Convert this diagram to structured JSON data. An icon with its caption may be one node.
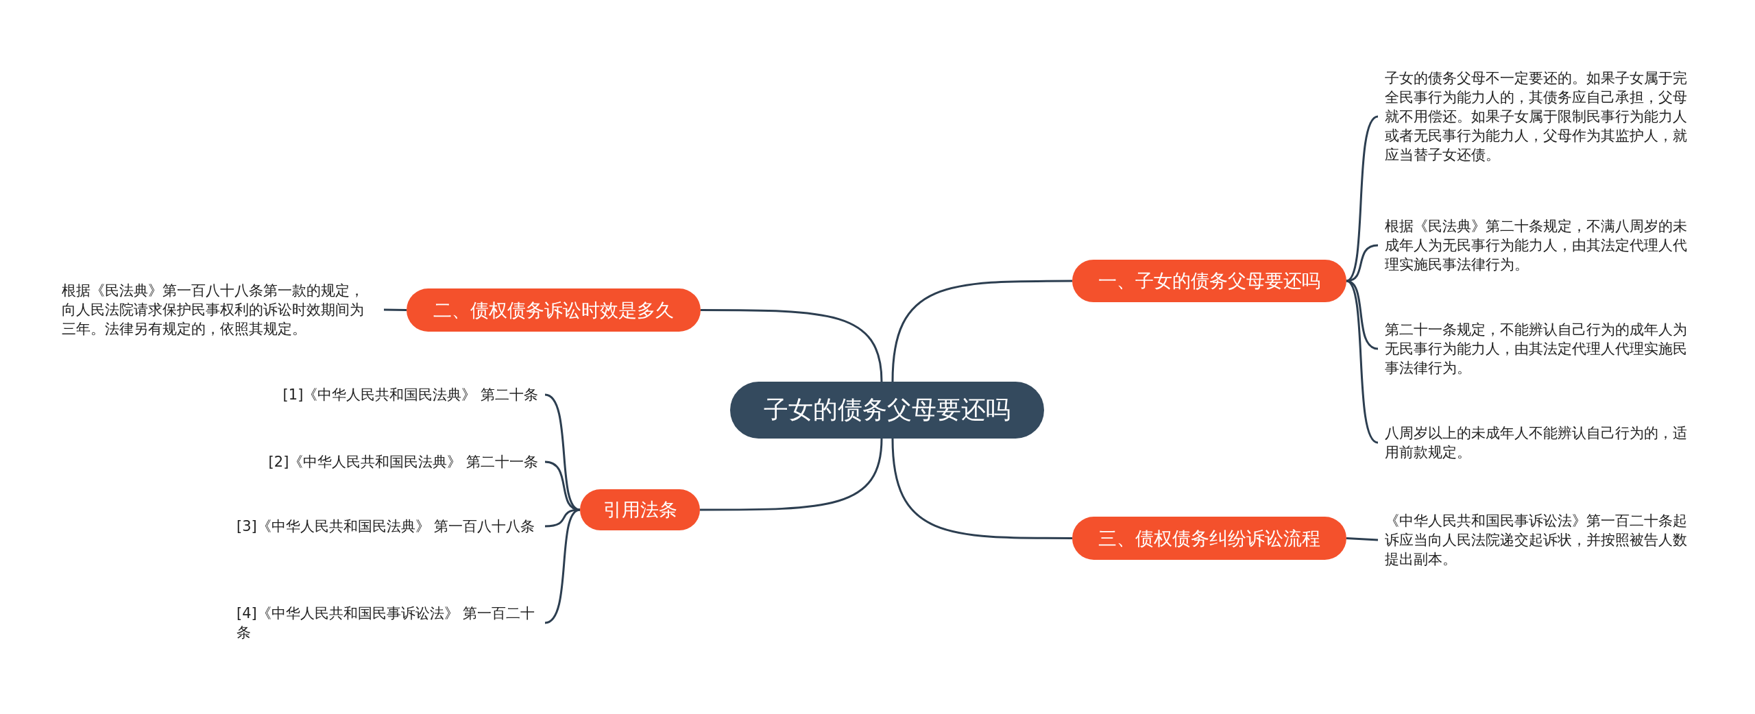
{
  "diagram": {
    "nodes": [
      {
        "text": [
          "子女的债务父母要还吗"
        ]
      },
      {
        "text": [
          "一、子女的债务父母要还吗"
        ]
      },
      {
        "text": [
          "子女的债务父母不一定要还的。如果子女属于完全民事行为能力人的，其债务应自己承担，父母就不用偿还。如果子女属于限制民事行为能力人或者无民事行为能力人，父母作为其监护人，就应当替子女还债。"
        ]
      },
      {
        "text": [
          "根据《民法典》第二十条规定，不满八周岁的未成年人为无民事行为能力人，由其法定代理人代理实施民事法律行为。"
        ]
      },
      {
        "text": [
          "第二十一条规定，不能辨认自己行为的成年人为无民事行为能力人，由其法定代理人代理实施民事法律行为。"
        ]
      },
      {
        "text": [
          "八周岁以上的未成年人不能辨认自己行为的，适用前款规定。"
        ]
      },
      {
        "text": [
          "二、债权债务诉讼时效是多久"
        ]
      },
      {
        "text": [
          "根据《民法典》第一百八十八条第一款的规定，向人民法院请求保护民事权利的诉讼时效期间为三年。法律另有规定的，依照其规定。"
        ]
      },
      {
        "text": [
          "三、债权债务纠纷诉讼流程"
        ]
      },
      {
        "text": [
          "《中华人民共和国民事诉讼法》第一百二十条起诉应当向人民法院递交起诉状，并按照被告人数提出副本。"
        ]
      },
      {
        "text": [
          "引用法条"
        ]
      },
      {
        "text": [
          "[1]《中华人民共和国民法典》 第二十条"
        ]
      },
      {
        "text": [
          "[2]《中华人民共和国民法典》 第二十一条"
        ]
      },
      {
        "text": [
          "[3]《中华人民共和国民法典》 第一百八十八条"
        ]
      },
      {
        "text": [
          "[4]《中华人民共和国民事诉讼法》 第一百二十条"
        ]
      }
    ],
    "edges": [
      {
        "from": 0,
        "to": 1,
        "arrow": "none"
      },
      {
        "from": 1,
        "to": 2,
        "arrow": "none"
      },
      {
        "from": 1,
        "to": 3,
        "arrow": "none"
      },
      {
        "from": 1,
        "to": 4,
        "arrow": "none"
      },
      {
        "from": 1,
        "to": 5,
        "arrow": "none"
      },
      {
        "from": 0,
        "to": 6,
        "arrow": "none"
      },
      {
        "from": 6,
        "to": 7,
        "arrow": "none"
      },
      {
        "from": 0,
        "to": 8,
        "arrow": "none"
      },
      {
        "from": 8,
        "to": 9,
        "arrow": "none"
      },
      {
        "from": 0,
        "to": 10,
        "arrow": "none"
      },
      {
        "from": 10,
        "to": 11,
        "arrow": "none"
      },
      {
        "from": 10,
        "to": 12,
        "arrow": "none"
      },
      {
        "from": 10,
        "to": 13,
        "arrow": "none"
      },
      {
        "from": 10,
        "to": 14,
        "arrow": "none"
      }
    ]
  }
}
